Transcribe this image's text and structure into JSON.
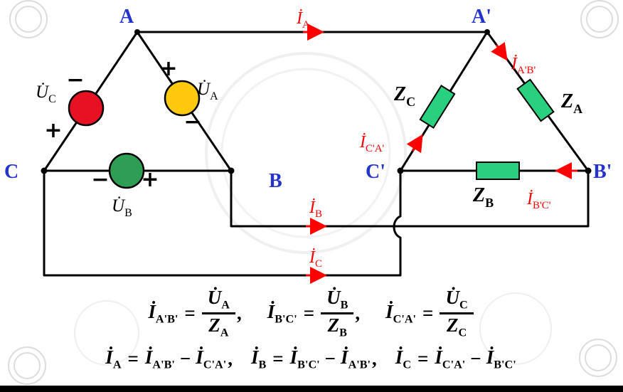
{
  "colors": {
    "source_red": "#e81123",
    "source_yellow": "#ffc90e",
    "source_green": "#2f9e55",
    "impedance_fill": "#29d17e",
    "label_blue": "#2333cc",
    "current_red": "#ff0000",
    "wire_black": "#000000"
  },
  "vertices": {
    "a": "A",
    "b": "B",
    "c": "C",
    "a_prime": "A'",
    "b_prime": "B'",
    "c_prime": "C'"
  },
  "sources": {
    "uc": {
      "label_main": "U̇",
      "label_sub": "C",
      "sign_top": "−",
      "sign_bottom": "+"
    },
    "ua": {
      "label_main": "U̇",
      "label_sub": "A",
      "sign_top": "+",
      "sign_bottom": "−"
    },
    "ub": {
      "label_main": "U̇",
      "label_sub": "B",
      "sign_left": "−",
      "sign_right": "+"
    }
  },
  "line_currents": {
    "ia": {
      "main": "İ",
      "sub": "A"
    },
    "ib": {
      "main": "İ",
      "sub": "B"
    },
    "ic": {
      "main": "İ",
      "sub": "C"
    }
  },
  "phase_currents": {
    "iab": {
      "main": "İ",
      "sub": "A'B'"
    },
    "ibc": {
      "main": "İ",
      "sub": "B'C'"
    },
    "ica": {
      "main": "İ",
      "sub": "C'A'"
    }
  },
  "impedances": {
    "za": {
      "main": "Z",
      "sub": "A"
    },
    "zb": {
      "main": "Z",
      "sub": "B"
    },
    "zc": {
      "main": "Z",
      "sub": "C"
    }
  },
  "equations": {
    "line1": [
      {
        "lhs_main": "İ",
        "lhs_sub": "A'B'",
        "rel": "=",
        "num_main": "U̇",
        "num_sub": "A",
        "den_main": "Z",
        "den_sub": "A",
        "sep": ","
      },
      {
        "lhs_main": "İ",
        "lhs_sub": "B'C'",
        "rel": "=",
        "num_main": "U̇",
        "num_sub": "B",
        "den_main": "Z",
        "den_sub": "B",
        "sep": ","
      },
      {
        "lhs_main": "İ",
        "lhs_sub": "C'A'",
        "rel": "=",
        "num_main": "U̇",
        "num_sub": "C",
        "den_main": "Z",
        "den_sub": "C",
        "sep": ""
      }
    ],
    "line2": [
      {
        "lhs_main": "İ",
        "lhs_sub": "A",
        "rel": "=",
        "t1_main": "İ",
        "t1_sub": "A'B'",
        "op": "−",
        "t2_main": "İ",
        "t2_sub": "C'A'",
        "sep": ","
      },
      {
        "lhs_main": "İ",
        "lhs_sub": "B",
        "rel": "=",
        "t1_main": "İ",
        "t1_sub": "B'C'",
        "op": "−",
        "t2_main": "İ",
        "t2_sub": "A'B'",
        "sep": ","
      },
      {
        "lhs_main": "İ",
        "lhs_sub": "C",
        "rel": "=",
        "t1_main": "İ",
        "t1_sub": "C'A'",
        "op": "−",
        "t2_main": "İ",
        "t2_sub": "B'C'",
        "sep": ""
      }
    ]
  }
}
